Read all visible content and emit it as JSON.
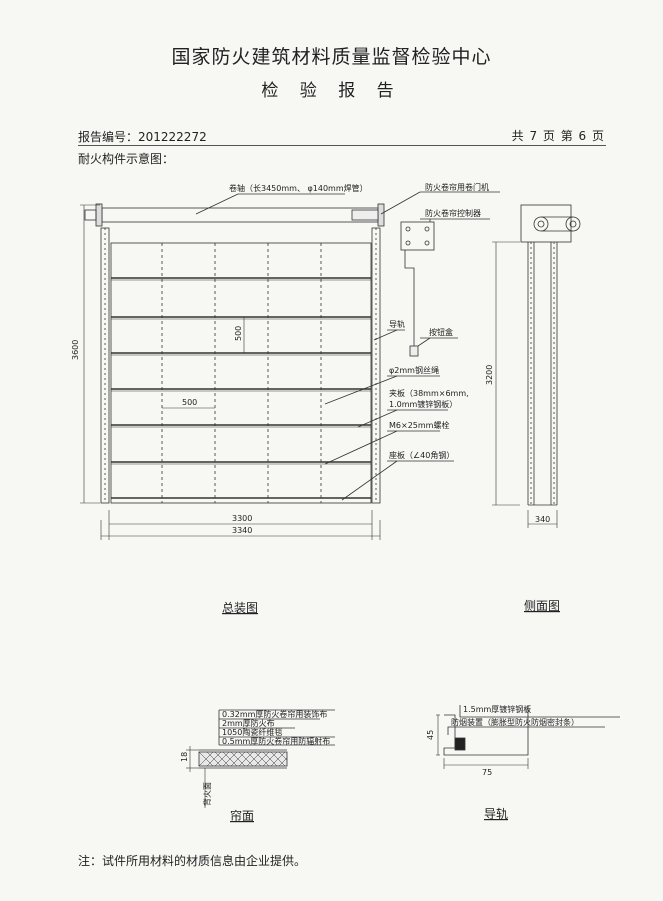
{
  "header": {
    "title": "国家防火建筑材料质量监督检验中心",
    "subtitle": "检 验 报 告",
    "report_no": "报告编号：201222272",
    "page_info": "共 7 页 第 6 页"
  },
  "section_title": "耐火构件示意图：",
  "front_view": {
    "caption": "总装图",
    "labels": {
      "shaft": "卷轴（长3450mm、 φ140mm焊管）",
      "motor": "防火卷帘用卷门机",
      "controller": "防火卷帘控制器",
      "rail": "导轨",
      "button_box": "按钮盒",
      "wire": "φ2mm钢丝绳",
      "clip_1": "夹板（38mm×6mm,",
      "clip_2": "1.0mm镀锌钢板）",
      "bolt": "M6×25mm螺栓",
      "base": "座板（∠40角钢）"
    },
    "dims": {
      "height": "3600",
      "inner_width": "3300",
      "outer_width": "3340",
      "spacing_v": "500",
      "spacing_h": "500"
    }
  },
  "side_view": {
    "caption": "侧面图",
    "dims": {
      "height": "3200",
      "width": "340"
    }
  },
  "curtain_section": {
    "caption": "帘面",
    "layers": [
      "0.32mm厚防火卷帘用装饰布",
      "2mm厚防火布",
      "1050陶瓷纤维毯",
      "0.5mm厚防火卷帘用防辐射布"
    ],
    "dim_thickness": "18",
    "side_label": "背火面"
  },
  "rail_section": {
    "caption": "导轨",
    "labels": [
      "1.5mm厚镀锌钢板",
      "防烟装置（膨胀型防火防烟密封条）"
    ],
    "dims": {
      "height": "45",
      "width": "75"
    }
  },
  "note": "注：试件所用材料的材质信息由企业提供。"
}
